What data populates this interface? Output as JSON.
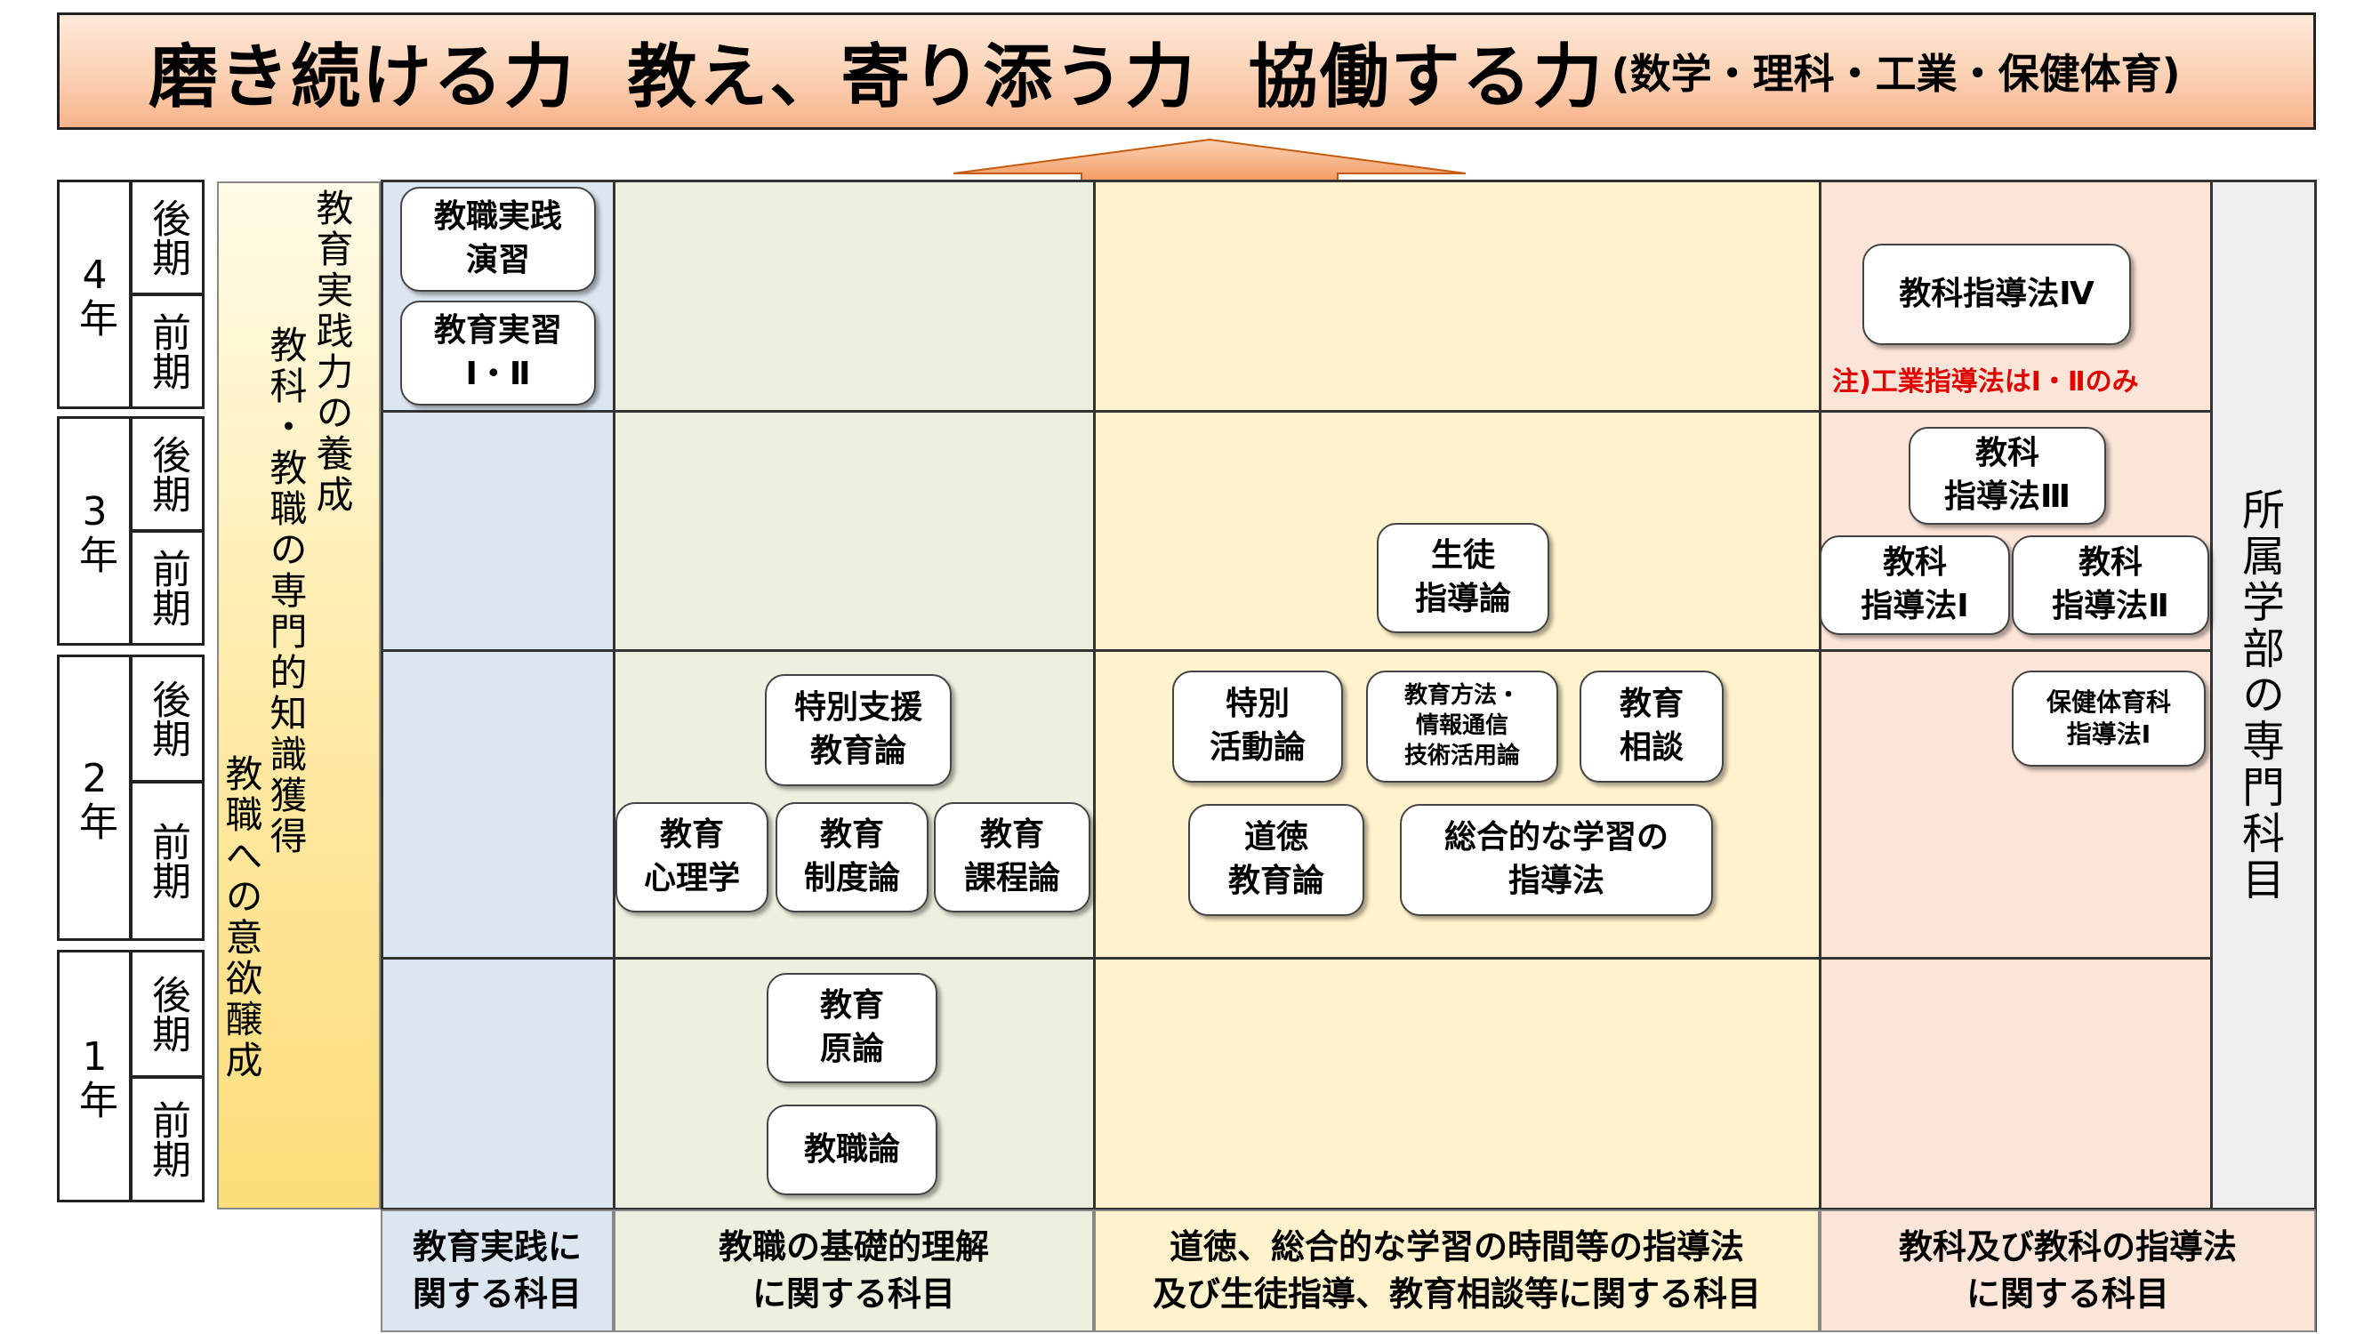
{
  "banner": {
    "main": "磨き続ける力  教え、寄り添う力  協働する力",
    "sub": "(数学・理科・工業・保健体育)"
  },
  "years": [
    {
      "label": "4年",
      "terms": [
        "後期",
        "前期"
      ]
    },
    {
      "label": "3年",
      "terms": [
        "後期",
        "前期"
      ]
    },
    {
      "label": "2年",
      "terms": [
        "後期",
        "前期"
      ]
    },
    {
      "label": "1年",
      "terms": [
        "後期",
        "前期"
      ]
    }
  ],
  "vertical_texts": {
    "col1": "教育実践力の養成",
    "col2": "教科・教職の専門的知識獲得",
    "col3": "教職への意欲醸成",
    "right": "所属学部の専門科目"
  },
  "courses": {
    "kyoshoku_jissen_enshu": "教職実践\n演習",
    "kyoiku_jisshu": "教育実習\nⅠ・Ⅱ",
    "tokubetsu_shien": "特別支援\n教育論",
    "kyoiku_shinrigaku": "教育\n心理学",
    "kyoiku_seidoron": "教育\n制度論",
    "kyoiku_kateiron": "教育\n課程論",
    "kyoiku_genron": "教育\n原論",
    "kyoshokuron": "教職論",
    "seito_shido": "生徒\n指導論",
    "tokubetsu_katsudo": "特別\n活動論",
    "kyoiku_hoho": "教育方法・\n情報通信\n技術活用論",
    "kyoiku_sodan": "教育\n相談",
    "dotoku": "道徳\n教育論",
    "sogoteki": "総合的な学習の\n指導法",
    "kyoka_4": "教科指導法Ⅳ",
    "kyoka_3": "教科\n指導法Ⅲ",
    "kyoka_1": "教科\n指導法Ⅰ",
    "kyoka_2": "教科\n指導法Ⅱ",
    "hoken_taiiku": "保健体育科\n指導法Ⅰ"
  },
  "note": "注)工業指導法はⅠ・Ⅱのみ",
  "footers": {
    "f1": "教育実践に\n関する科目",
    "f2": "教職の基礎的理解\nに関する科目",
    "f3": "道徳、総合的な学習の時間等の指導法\n及び生徒指導、教育相談等に関する科目",
    "f4": "教科及び教科の指導法\nに関する科目"
  },
  "colors": {
    "blue": "#dce6f1",
    "green": "#ebf1de",
    "cream": "#fff2cc",
    "pink": "#fbe4d8",
    "arrow": "#ed7d31",
    "note": "#e00000"
  }
}
